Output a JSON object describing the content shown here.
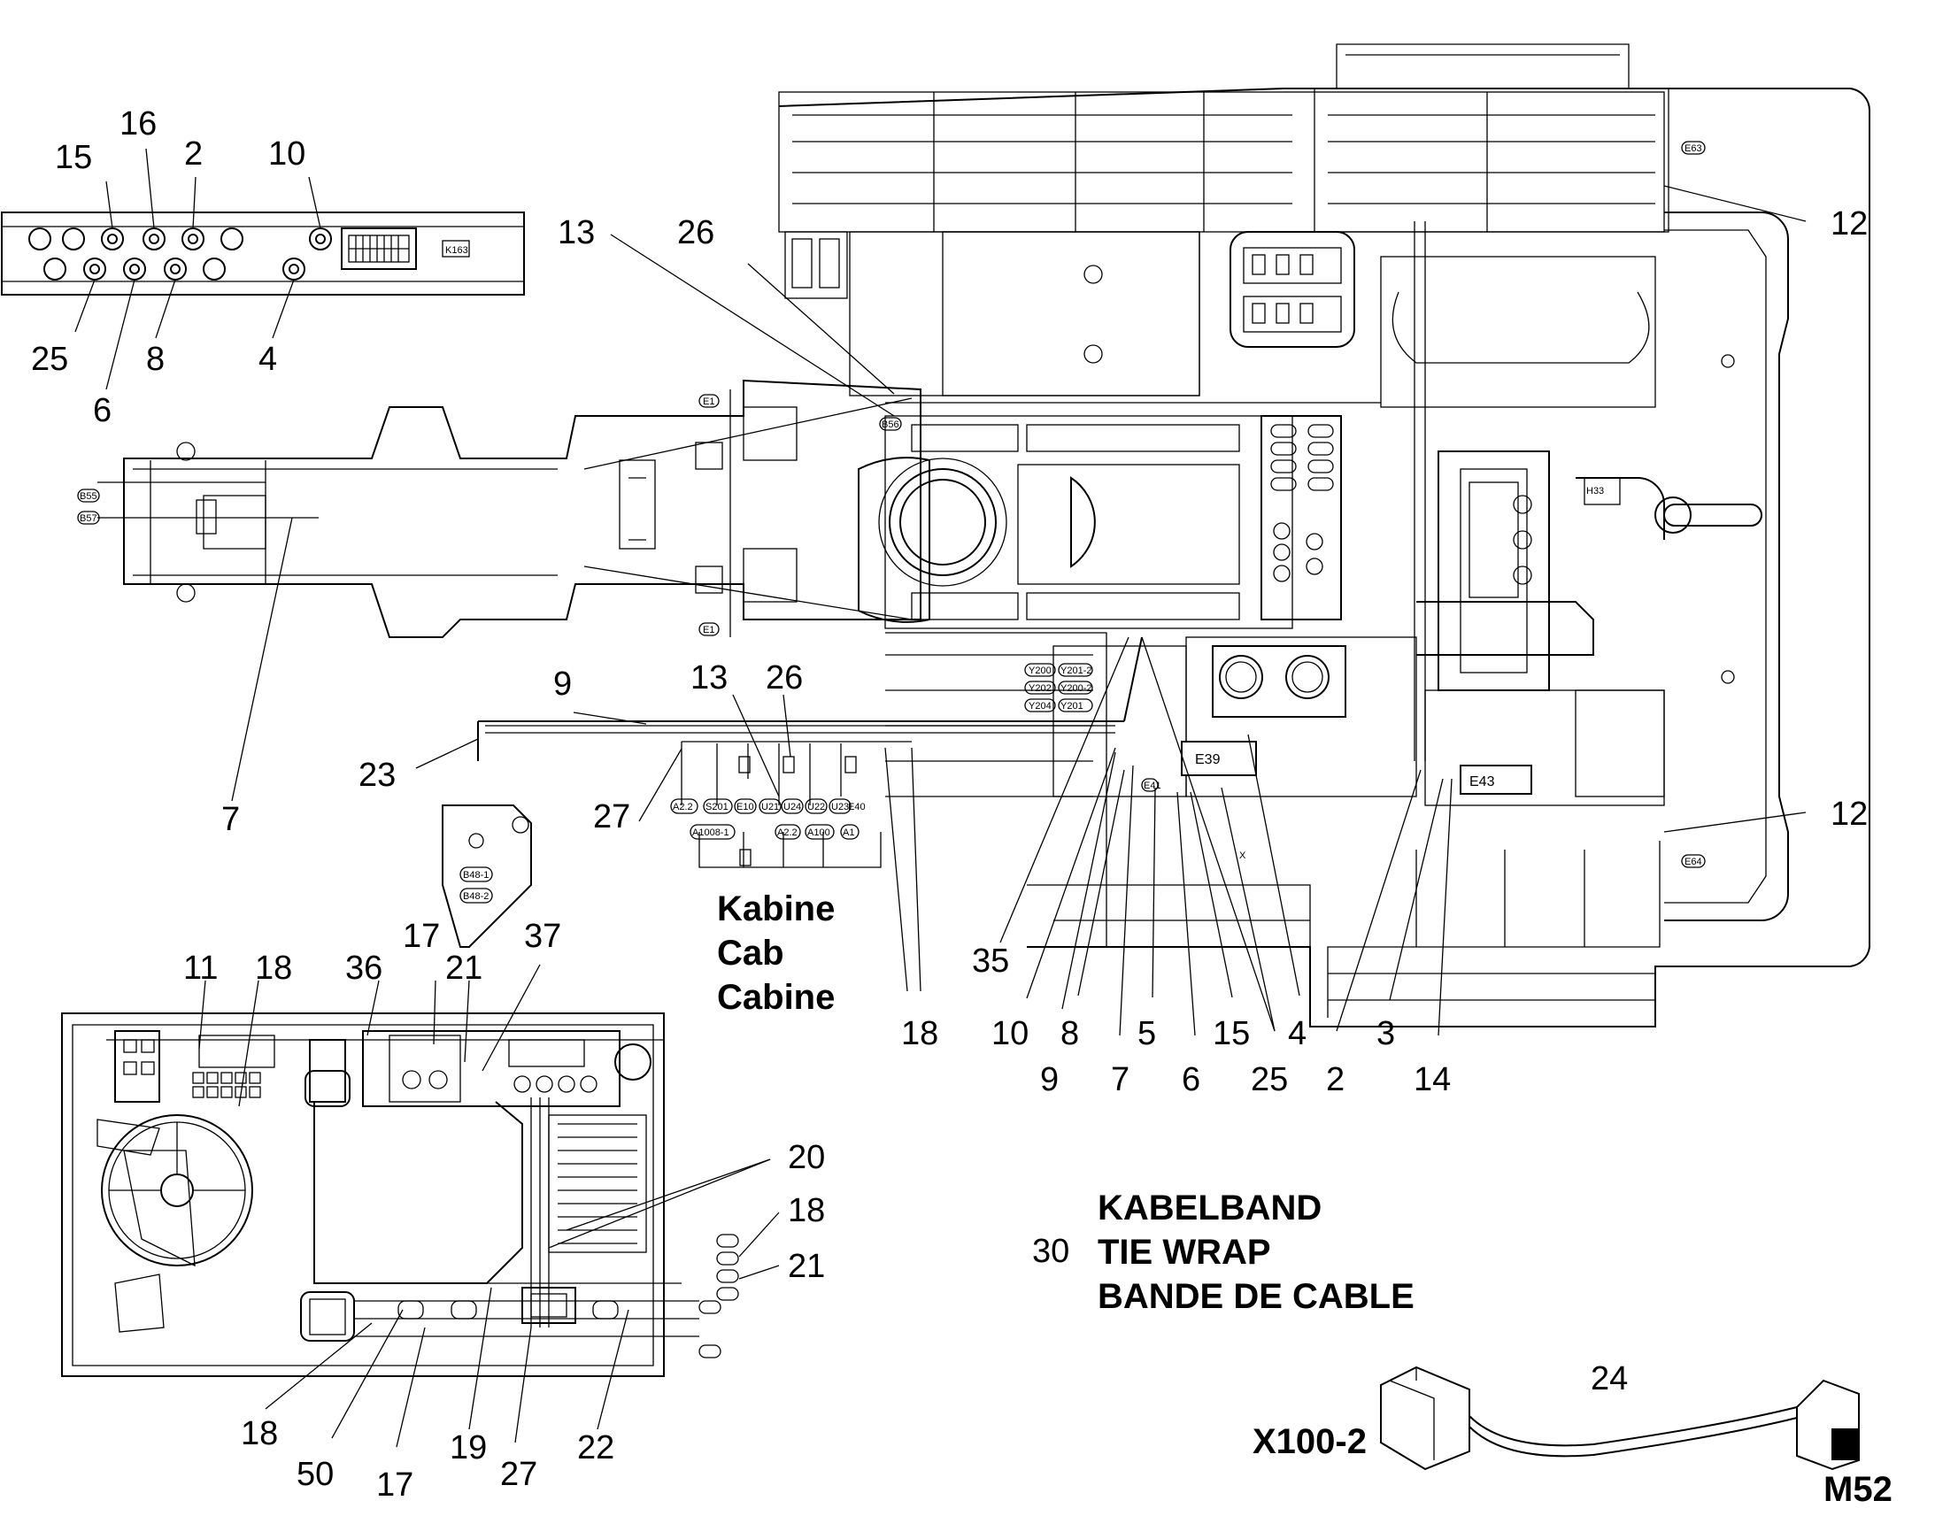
{
  "callouts": {
    "n15": "15",
    "n16": "16",
    "n2a": "2",
    "n10a": "10",
    "n25a": "25",
    "n8a": "8",
    "n6a": "6",
    "n4a": "4",
    "n13a": "13",
    "n26a": "26",
    "n12a": "12",
    "n12b": "12",
    "n7a": "7",
    "n23": "23",
    "n9a": "9",
    "n13b": "13",
    "n26b": "26",
    "n27a": "27",
    "n35": "35",
    "n10b": "10",
    "n9b": "9",
    "n8b": "8",
    "n7b": "7",
    "n5": "5",
    "n6b": "6",
    "n15b": "15",
    "n25b": "25",
    "n4b": "4",
    "n2b": "2",
    "n3": "3",
    "n14": "14",
    "n18a": "18",
    "n11": "11",
    "n18b": "18",
    "n36": "36",
    "n17a": "17",
    "n21a": "21",
    "n37": "37",
    "n20": "20",
    "n18c": "18",
    "n21b": "21",
    "n18d": "18",
    "n50": "50",
    "n17b": "17",
    "n19": "19",
    "n27b": "27",
    "n22": "22",
    "n30": "30",
    "n24": "24"
  },
  "labels": {
    "cab_de": "Kabine",
    "cab_en": "Cab",
    "cab_fr": "Cabine",
    "tie_de": "KABELBAND",
    "tie_en": "TIE WRAP",
    "tie_fr": "BANDE DE CABLE",
    "x100": "X100-2",
    "m52": "M52"
  },
  "tags": {
    "k163": "K163",
    "e43": "E43",
    "e39": "E39",
    "e63": "E63",
    "e64": "E64",
    "e1a": "E1",
    "e1b": "E1",
    "b55": "B55",
    "b57": "B57",
    "b56": "B56",
    "h33": "H33",
    "b481": "B48-1",
    "b482": "B48-2",
    "a22": "A2.2",
    "s201": "S201",
    "e10": "E10",
    "u21": "U21",
    "u24": "U24",
    "u22": "U22",
    "u23": "U23",
    "e40": "E40",
    "a10081": "A1008-1",
    "a22b": "A2.2",
    "a100": "A100",
    "a1": "A1",
    "y200": "Y200",
    "y2012": "Y201-2",
    "y202": "Y202",
    "y2002": "Y200-2",
    "y204": "Y204",
    "y201": "Y201",
    "e41": "E41",
    "x": "X"
  }
}
